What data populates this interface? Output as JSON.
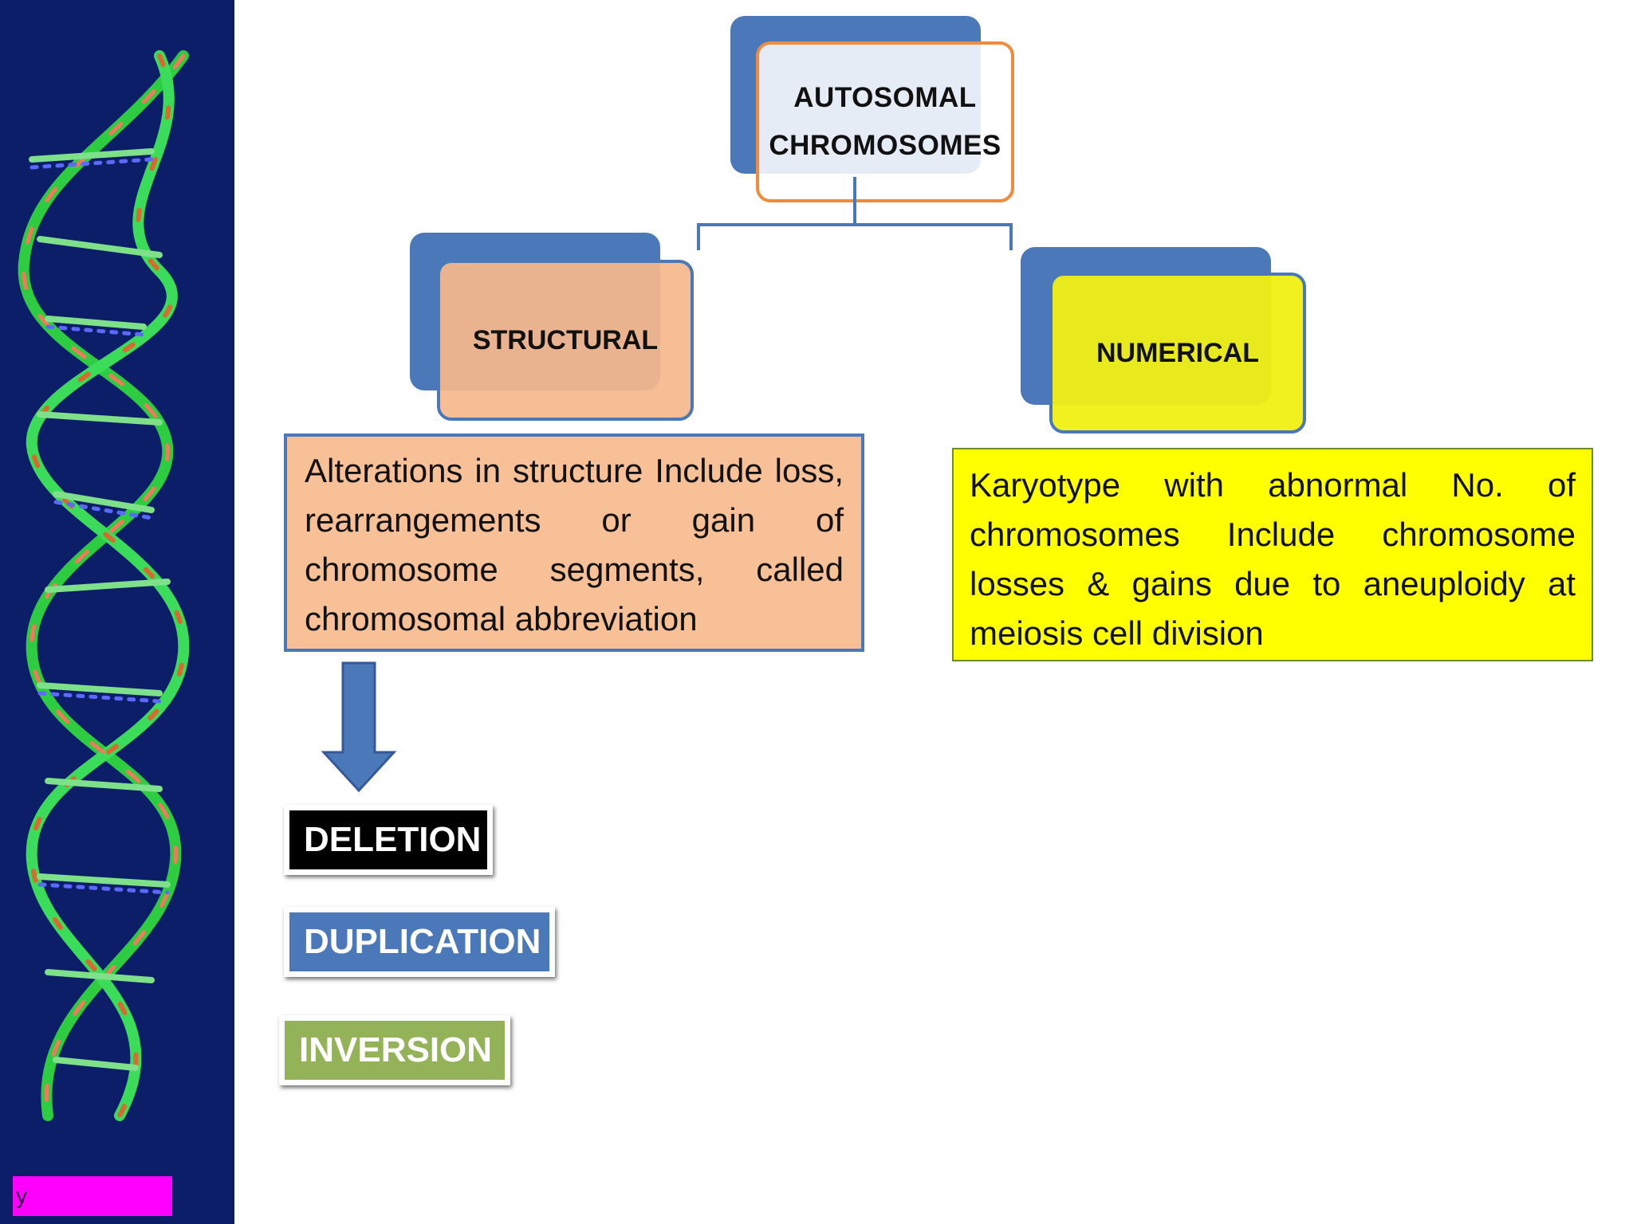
{
  "root": {
    "line1": "AUTOSOMAL",
    "line2": "CHROMOSOMES"
  },
  "branches": {
    "structural": {
      "label": "STRUCTURAL",
      "description": "Alterations in structure Include loss, rearrangements or gain of chromosome segments, called chromosomal abbreviation",
      "types": [
        "DELETION",
        "DUPLICATION",
        "INVERSION"
      ]
    },
    "numerical": {
      "label": "NUMERICAL",
      "description": "Karyotype with abnormal No. of chromosomes Include chromosome losses & gains due to aneuploidy at meiosis cell division"
    }
  },
  "footer": {
    "tag_text": "y"
  },
  "colors": {
    "sidebar": "#0c1e68",
    "node_blue": "#4a78b8",
    "root_border": "#ef8b3c",
    "structural_fill": "#f8c096",
    "numerical_fill": "#ffff00",
    "deletion": "#000000",
    "duplication": "#4a78b8",
    "inversion": "#94b359",
    "footer_tag": "#ff00ff"
  },
  "icons": {
    "sidebar_image": "dna-helix-molecule",
    "flow_arrow": "down-arrow-icon"
  }
}
